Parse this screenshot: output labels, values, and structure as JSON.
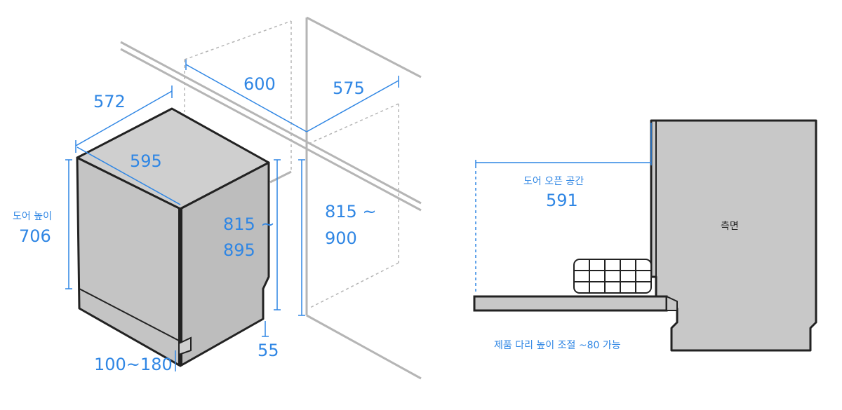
{
  "install_diagram": {
    "dim_width_top": "572",
    "dim_width_front": "595",
    "dim_cabinet_width": "600",
    "dim_cabinet_depth": "575",
    "door_height_label": "도어 높이",
    "door_height_value": "706",
    "product_height_line1": "815 ~",
    "product_height_line2": "895",
    "cabinet_height_line1": "815 ~",
    "cabinet_height_line2": "900",
    "bottom_offset": "55",
    "kick_range": "100~180"
  },
  "side_view": {
    "door_open_label": "도어 오픈 공간",
    "door_open_value": "591",
    "side_label": "측면",
    "leg_note": "제품 다리 높이 조절 ~80 가능"
  },
  "colors": {
    "accent": "#2f86e4",
    "body_gray": "#c8c8c8",
    "outline": "#222222",
    "cabinet_line": "#b5b5b5"
  }
}
